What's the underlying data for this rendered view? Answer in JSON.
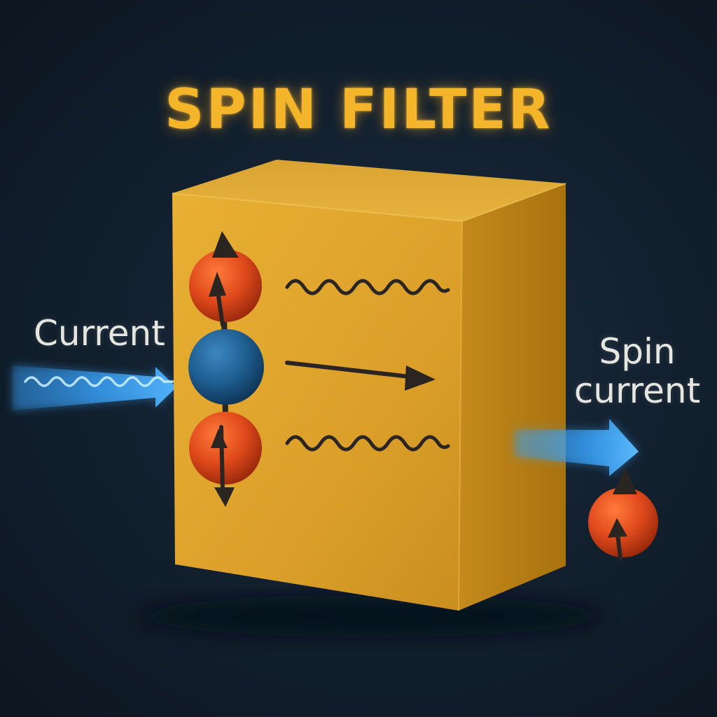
{
  "title": "SPIN FILTER",
  "labels": {
    "input": "Current",
    "output_line1": "Spin",
    "output_line2": "current"
  },
  "colors": {
    "background": "#132130",
    "title": "#f5b52a",
    "box_front": "#e0a42a",
    "box_side": "#b97f16",
    "box_top": "#e9b540",
    "spin_red": "#e04a1c",
    "spin_blue": "#1f5f92",
    "beam_blue": "#3aa6ff",
    "ink": "#262220"
  }
}
